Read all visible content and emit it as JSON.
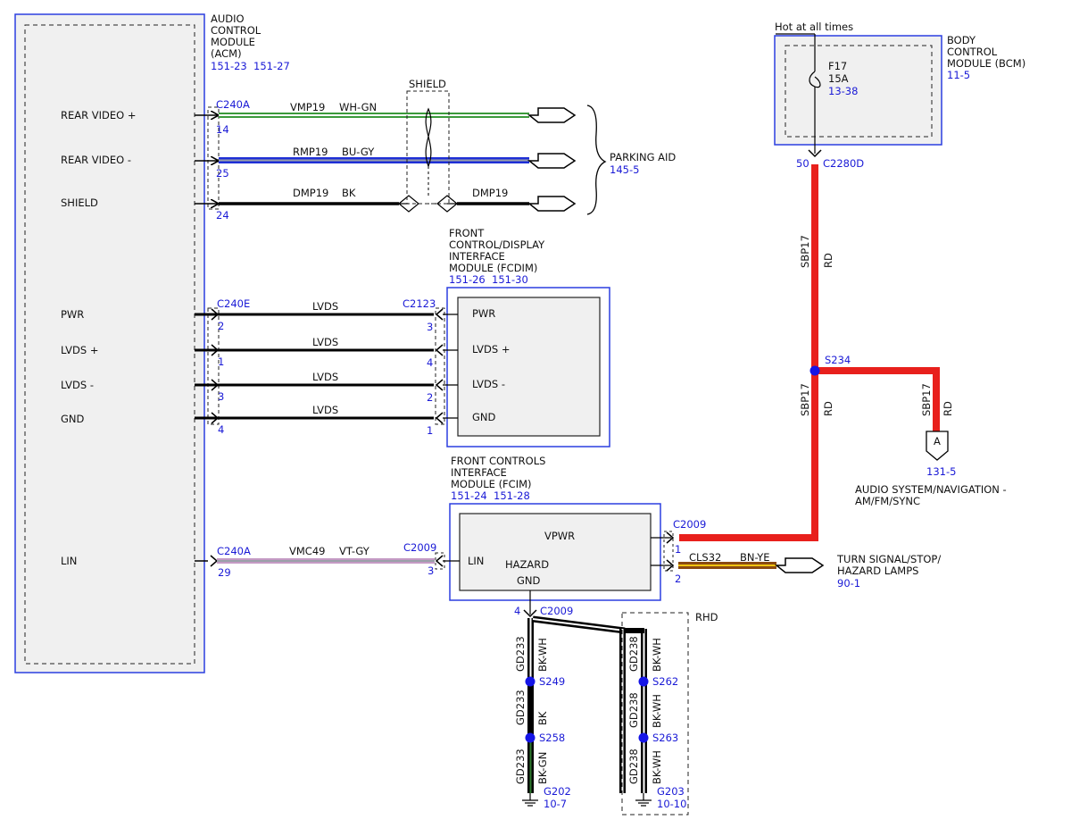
{
  "acm": {
    "title_lines": [
      "AUDIO",
      "CONTROL",
      "MODULE",
      "(ACM)"
    ],
    "refs": "151-23  151-27",
    "pins": {
      "rear_video_pos": "REAR VIDEO +",
      "rear_video_neg": "REAR VIDEO -",
      "shield": "SHIELD",
      "pwr": "PWR",
      "lvds_pos": "LVDS +",
      "lvds_neg": "LVDS -",
      "gnd": "GND",
      "lin": "LIN"
    }
  },
  "video": {
    "connector": "C240A",
    "shield_label": "SHIELD",
    "wires": [
      {
        "pin": "14",
        "circuit": "VMP19",
        "color": "WH-GN"
      },
      {
        "pin": "25",
        "circuit": "RMP19",
        "color": "BU-GY"
      },
      {
        "pin": "24",
        "circuit": "DMP19",
        "color": "BK",
        "circuit2": "DMP19"
      }
    ],
    "parking_aid": {
      "label": "PARKING AID",
      "ref": "145-5"
    }
  },
  "fcdim": {
    "title_lines": [
      "FRONT",
      "CONTROL/DISPLAY",
      "INTERFACE",
      "MODULE (FCDIM)"
    ],
    "refs": "151-26  151-30",
    "acm_connector": "C240E",
    "connector": "C2123",
    "wires": [
      {
        "acm_pin": "2",
        "circuit": "LVDS",
        "pin": "3",
        "label": "PWR"
      },
      {
        "acm_pin": "1",
        "circuit": "LVDS",
        "pin": "4",
        "label": "LVDS +"
      },
      {
        "acm_pin": "3",
        "circuit": "LVDS",
        "pin": "2",
        "label": "LVDS -"
      },
      {
        "acm_pin": "4",
        "circuit": "LVDS",
        "pin": "1",
        "label": "GND"
      }
    ]
  },
  "fcim": {
    "title_lines": [
      "FRONT CONTROLS",
      "INTERFACE",
      "MODULE (FCIM)"
    ],
    "refs": "151-24  151-28",
    "pin_labels": {
      "vpwr": "VPWR",
      "lin": "LIN",
      "hazard": "HAZARD",
      "gnd": "GND"
    },
    "lin_wire": {
      "acm_connector": "C240A",
      "acm_pin": "29",
      "circuit": "VMC49",
      "color": "VT-GY",
      "connector": "C2009",
      "pin": "3"
    },
    "connector": "C2009",
    "pwr_pin": "1",
    "hazard_wire": {
      "pin": "2",
      "circuit": "CLS32",
      "color": "BN-YE"
    },
    "turn_signal": {
      "lines": [
        "TURN SIGNAL/STOP/",
        "HAZARD LAMPS"
      ],
      "ref": "90-1"
    },
    "gnd_connector": "C2009",
    "gnd_pin": "4"
  },
  "bcm": {
    "hot_label": "Hot at all times",
    "title_lines": [
      "BODY",
      "CONTROL",
      "MODULE (BCM)"
    ],
    "ref": "11-5",
    "fuse": {
      "name": "F17",
      "rating": "15A",
      "ref": "13-38"
    },
    "out_pin": "50",
    "out_connector": "C2280D"
  },
  "power_feed": {
    "circuit": "SBP17",
    "color": "RD",
    "splice": "S234",
    "branch": {
      "circuit": "SBP17",
      "color": "RD",
      "connector_letter": "A",
      "ref": "131-5"
    },
    "audio_system_lines": [
      "AUDIO SYSTEM/NAVIGATION -",
      "AM/FM/SYNC"
    ]
  },
  "ground": {
    "left": {
      "circuit": "GD233",
      "colors": [
        "BK-WH",
        "BK",
        "BK-GN"
      ],
      "splices": [
        "S249",
        "S258"
      ],
      "ground": "G202",
      "ref": "10-7"
    },
    "right": {
      "rhd_label": "RHD",
      "circuit": "GD238",
      "colors": [
        "BK-WH",
        "BK-WH",
        "BK-WH"
      ],
      "splices": [
        "S262",
        "S263"
      ],
      "ground": "G203",
      "ref": "10-10"
    }
  },
  "colors": {
    "module_border": "#2b3fe0",
    "module_fill": "#f0f0f0",
    "red_wire": "#e8201c",
    "blue_wire": "#1e2fd6",
    "green_wire": "#3b9a3b",
    "violet_wire": "#c49ac4",
    "brown_wire": "#8a4a12",
    "yellow_wire": "#f1c40f",
    "splice_dot": "#1515e6"
  }
}
